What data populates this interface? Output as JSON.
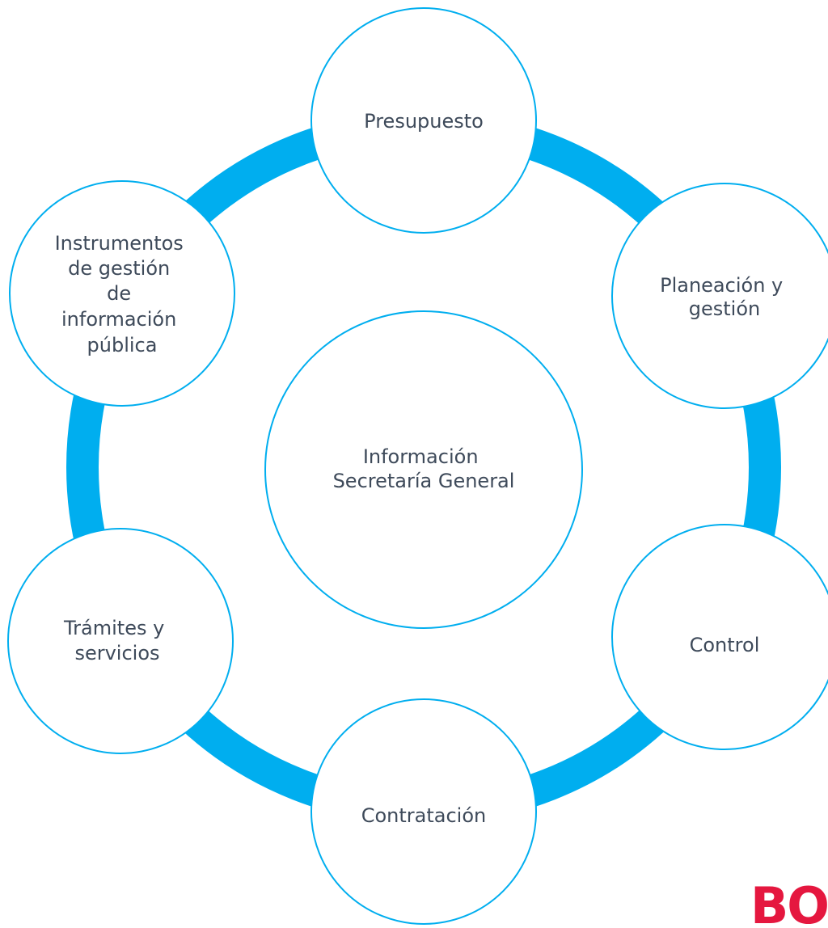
{
  "diagram": {
    "ring_color": "#00AEEF",
    "text_color": "#3E4A5A",
    "center": {
      "lines": [
        "Información",
        "Secretaría General"
      ]
    },
    "nodes": [
      {
        "id": "presupuesto",
        "lines": [
          "Presupuesto"
        ]
      },
      {
        "id": "planeacion",
        "lines": [
          "Planeación y",
          "gestión"
        ]
      },
      {
        "id": "control",
        "lines": [
          "Control"
        ]
      },
      {
        "id": "contratacion",
        "lines": [
          "Contratación"
        ]
      },
      {
        "id": "tramites",
        "lines": [
          "Trámites y",
          "servicios"
        ]
      },
      {
        "id": "instrumentos",
        "lines": [
          "Instrumentos",
          "de gestión",
          "de",
          "información",
          "pública"
        ]
      }
    ]
  },
  "logo": {
    "text": "BOG",
    "color": "#E5173F"
  }
}
